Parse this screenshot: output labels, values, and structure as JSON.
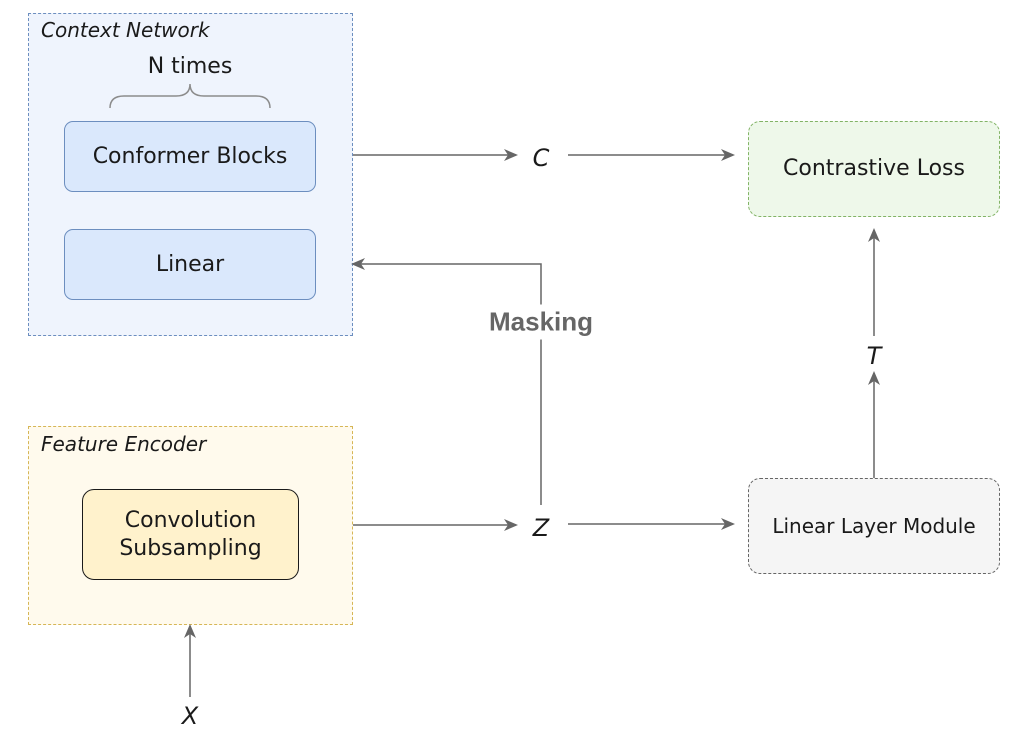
{
  "context_network": {
    "title": "Context Network",
    "repeat_label": "N times",
    "conformer_label": "Conformer Blocks",
    "linear_label": "Linear",
    "border_color": "#6c8ebf",
    "fill_color": "#eff4fd"
  },
  "feature_encoder": {
    "title": "Feature Encoder",
    "conv_label": "Convolution\nSubsampling",
    "border_color": "#d6b656",
    "fill_color": "#fffaed"
  },
  "loss": {
    "label": "Contrastive Loss",
    "border_color": "#82b366",
    "fill_color": "#eef8ea"
  },
  "linear_layer": {
    "label": "Linear Layer Module",
    "border_color": "#666666",
    "fill_color": "#f5f5f5"
  },
  "variables": {
    "c": "C",
    "z": "Z",
    "t": "T",
    "x": "X"
  },
  "masking_label": "Masking",
  "edge_color": "#666666"
}
